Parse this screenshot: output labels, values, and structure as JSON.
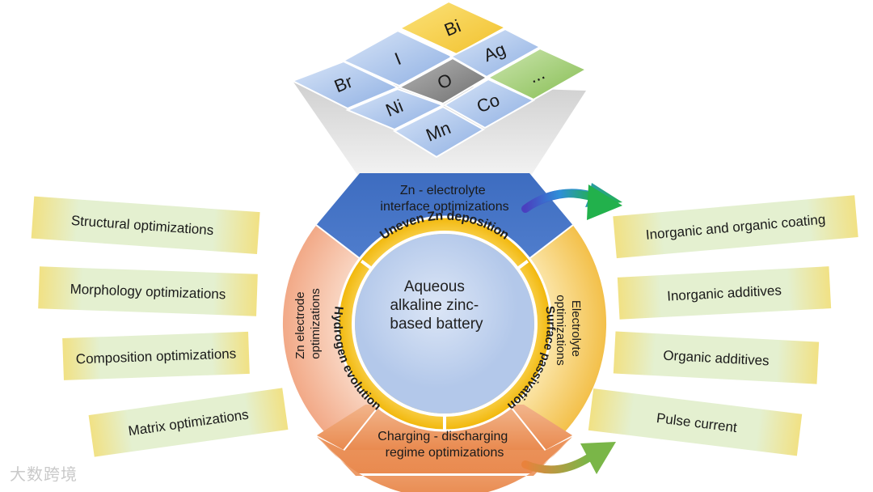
{
  "center": {
    "line1": "Aqueous",
    "line2": "alkaline zinc-",
    "line3": "based battery"
  },
  "ring": {
    "top": "Uneven Zn deposition",
    "left": "Hydrogen evolution",
    "right": "Surface passivation"
  },
  "sectors": {
    "top": {
      "line1": "Zn - electrolyte",
      "line2": "interface optimizations"
    },
    "left": {
      "line1": "Zn electrode",
      "line2": "optimizations"
    },
    "right": {
      "line1": "Electrolyte",
      "line2": "optimizations"
    },
    "bottom": {
      "line1": "Charging - discharging",
      "line2": "regime optimizations"
    }
  },
  "elements": [
    "Bi",
    "I",
    "Ag",
    "Br",
    "O",
    "...",
    "Ni",
    "Co",
    "Mn"
  ],
  "left_labels": [
    "Structural optimizations",
    "Morphology optimizations",
    "Composition optimizations",
    "Matrix optimizations"
  ],
  "right_labels": [
    "Inorganic and organic coating",
    "Inorganic additives",
    "Organic additives",
    "Pulse current"
  ],
  "watermark": "大数跨境",
  "colors": {
    "sector_top": "#4a78c8",
    "sector_left": "#f3b597",
    "sector_right": "#f6cf6a",
    "sector_bottom": "#ee9a63",
    "ring": "#f8c81e",
    "center": "#c8d7ef",
    "tile_blue": "#a9c2ea",
    "tile_yellow": "#f6d046",
    "tile_green": "#9dcb6c",
    "tile_gray": "#8a8a8a",
    "label_green": "#d7ebc3",
    "label_yellow": "#f4e289"
  },
  "icons": {
    "arrows": "curved-arrow-icon"
  }
}
